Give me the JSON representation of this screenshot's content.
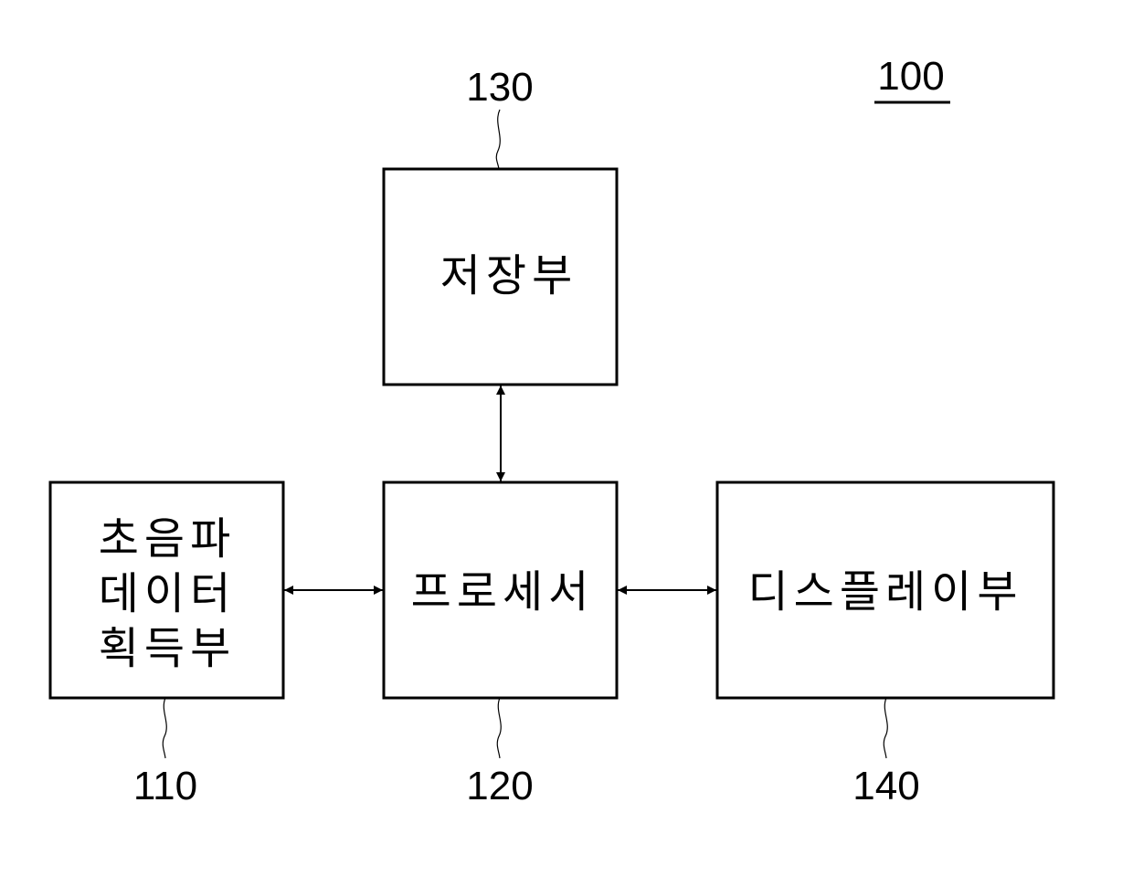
{
  "figure_ref": "100",
  "blocks": {
    "storage": {
      "label": "저장부",
      "ref": "130"
    },
    "processor": {
      "label": "프로세서",
      "ref": "120"
    },
    "ultrasound": {
      "label_lines": [
        "초음파",
        "데이터",
        "획득부"
      ],
      "ref": "110"
    },
    "display": {
      "label": "디스플레이부",
      "ref": "140"
    }
  },
  "connections": [
    {
      "from": "processor",
      "to": "storage",
      "arrow": "bidirectional"
    },
    {
      "from": "ultrasound",
      "to": "processor",
      "arrow": "bidirectional"
    },
    {
      "from": "processor",
      "to": "display",
      "arrow": "bidirectional"
    }
  ]
}
